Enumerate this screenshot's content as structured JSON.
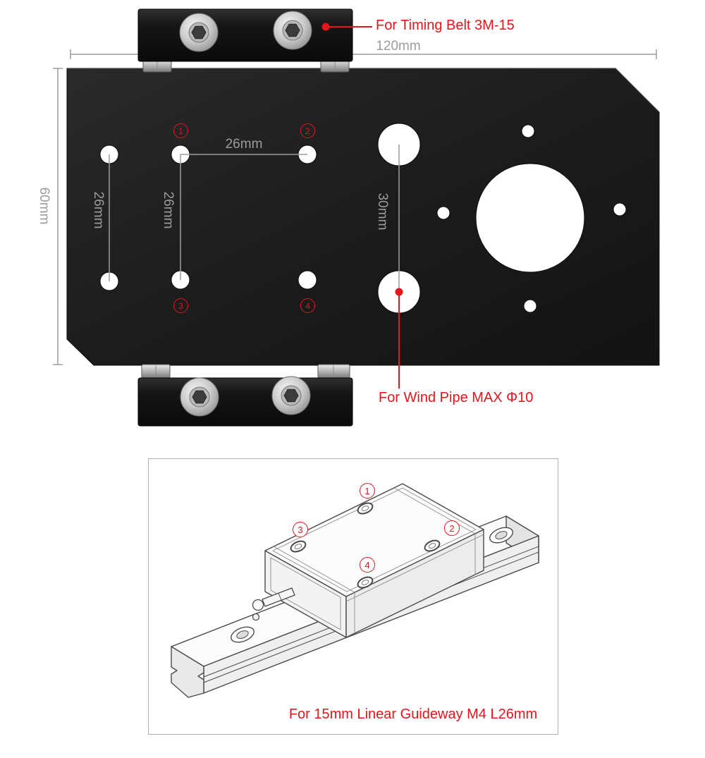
{
  "colors": {
    "annotation_red": "#e8141b",
    "dimension_gray": "#9c9c9c"
  },
  "plate": {
    "annotations": {
      "timing_belt": "For Timing Belt 3M-15",
      "wind_pipe": "For Wind Pipe MAX Φ10"
    },
    "dimensions": {
      "overall_width": "120mm",
      "overall_height": "60mm",
      "hole_spacing_horizontal": "26mm",
      "hole_spacing_vertical_left": "26mm",
      "hole_spacing_vertical_mid": "26mm",
      "large_hole_spacing": "30mm"
    },
    "hole_markers": [
      "1",
      "2",
      "3",
      "4"
    ]
  },
  "guideway": {
    "caption": "For 15mm Linear Guideway M4 L26mm",
    "hole_markers": [
      "1",
      "2",
      "3",
      "4"
    ]
  }
}
